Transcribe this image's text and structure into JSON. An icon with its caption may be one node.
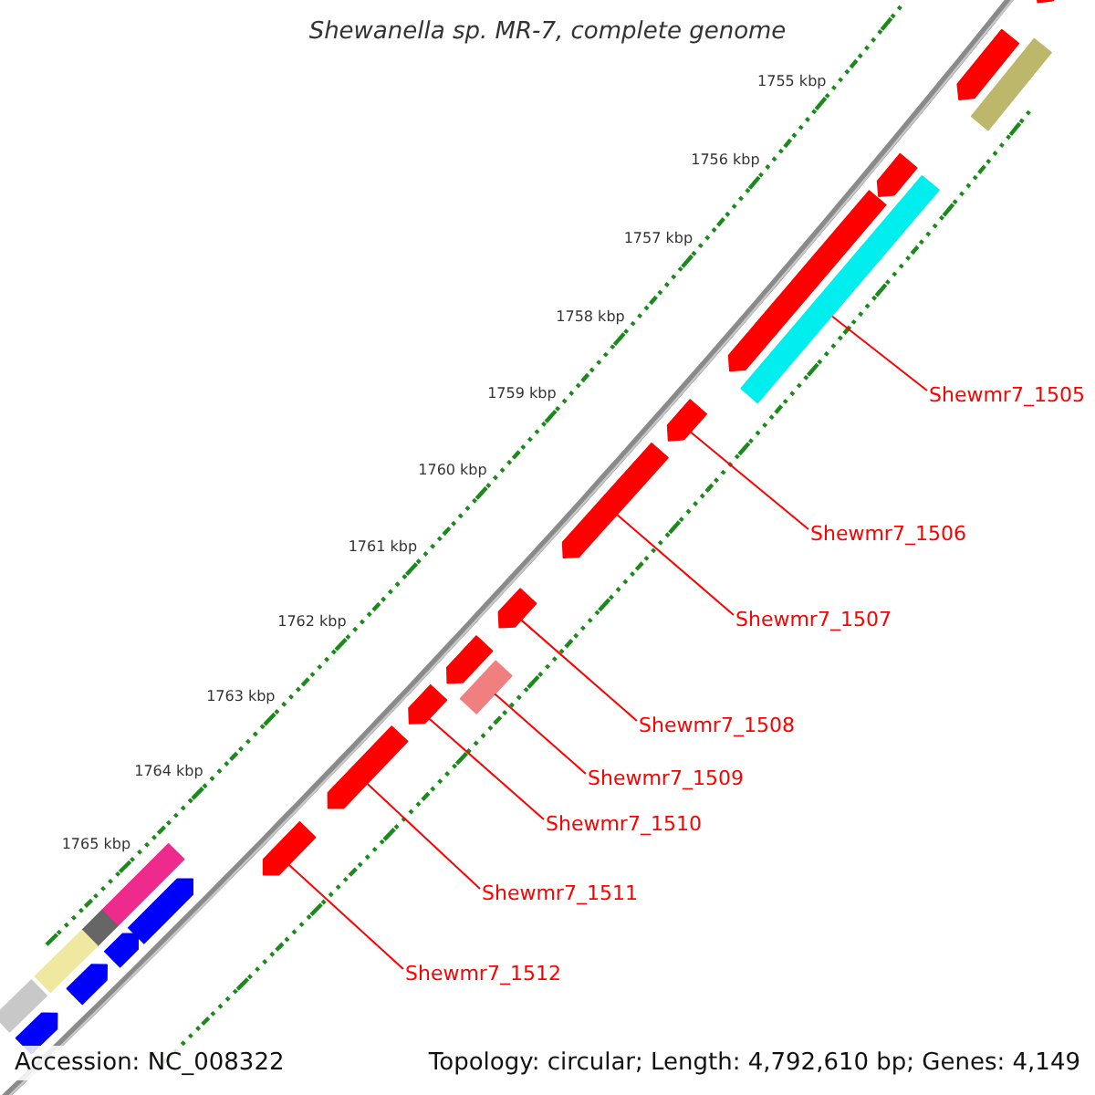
{
  "diagram": {
    "title": "Shewanella sp. MR-7, complete genome",
    "nodes": [
      {
        "text": [
          "Shewmr7_1505"
        ]
      },
      {
        "text": [
          "Shewmr7_1506"
        ]
      },
      {
        "text": [
          "Shewmr7_1507"
        ]
      },
      {
        "text": [
          "Shewmr7_1508"
        ]
      },
      {
        "text": [
          "Shewmr7_1509"
        ]
      },
      {
        "text": [
          "Shewmr7_1510"
        ]
      },
      {
        "text": [
          "Shewmr7_1511"
        ]
      },
      {
        "text": [
          "Shewmr7_1512"
        ]
      },
      {
        "text": [],
        "shape": "bar"
      },
      {
        "text": [],
        "shape": "arrow"
      },
      {
        "text": [],
        "shape": "arrow"
      },
      {
        "text": [],
        "shape": "arrow"
      },
      {
        "text": [],
        "shape": "bar"
      },
      {
        "text": [],
        "shape": "arrow"
      },
      {
        "text": [],
        "shape": "arrow"
      },
      {
        "text": [],
        "shape": "arrow"
      },
      {
        "text": [],
        "shape": "arrow"
      },
      {
        "text": [],
        "shape": "arrow"
      },
      {
        "text": [],
        "shape": "bar"
      },
      {
        "text": [],
        "shape": "arrow"
      },
      {
        "text": [],
        "shape": "arrow"
      },
      {
        "text": [],
        "shape": "arrow"
      },
      {
        "text": [],
        "shape": "arrow"
      },
      {
        "text": [],
        "shape": "bar"
      },
      {
        "text": [],
        "shape": "arrow"
      },
      {
        "text": [],
        "shape": "bar"
      },
      {
        "text": [],
        "shape": "arrow"
      },
      {
        "text": [],
        "shape": "bar"
      },
      {
        "text": [],
        "shape": "arrow"
      },
      {
        "text": [],
        "shape": "bar"
      }
    ],
    "edges": [
      {
        "from": 0,
        "to": 8,
        "arrow": "none"
      },
      {
        "from": 1,
        "to": 9,
        "arrow": "none"
      },
      {
        "from": 2,
        "to": 10,
        "arrow": "none"
      },
      {
        "from": 3,
        "to": 11,
        "arrow": "none"
      },
      {
        "from": 4,
        "to": 12,
        "arrow": "none"
      },
      {
        "from": 5,
        "to": 13,
        "arrow": "none"
      },
      {
        "from": 6,
        "to": 14,
        "arrow": "none"
      },
      {
        "from": 7,
        "to": 15,
        "arrow": "none"
      }
    ],
    "labels": [
      "1755 kbp",
      "1756 kbp",
      "1757 kbp",
      "1758 kbp",
      "1759 kbp",
      "1760 kbp",
      "1761 kbp",
      "1762 kbp",
      "1763 kbp",
      "1764 kbp",
      "1765 kbp",
      "Accession: NC_008322",
      "Topology: circular; Length: 4,792,610 bp; Genes: 4,149"
    ]
  }
}
